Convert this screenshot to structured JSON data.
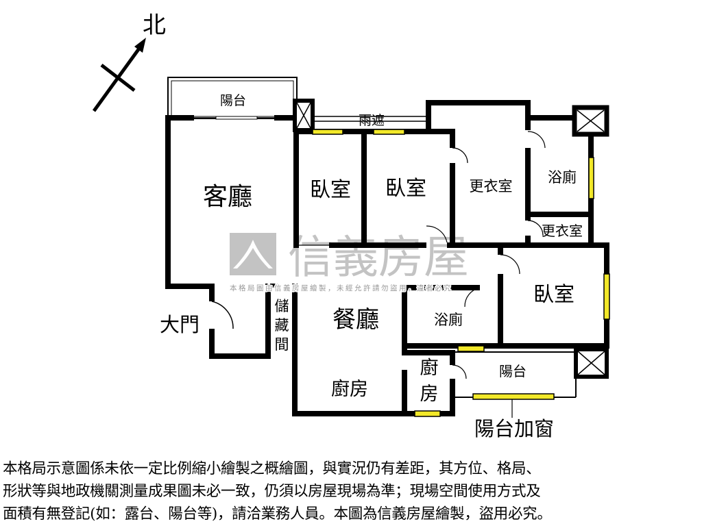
{
  "compass": {
    "label": "北"
  },
  "rooms": {
    "balcony_top": "陽台",
    "rain_shelter": "雨遮",
    "living_room": "客廳",
    "bedroom_1": "臥室",
    "bedroom_2": "臥室",
    "walk_in_closet_1": "更衣室",
    "bathroom_1": "浴廁",
    "walk_in_closet_2": "更衣室",
    "bedroom_3": "臥室",
    "dining_room": "餐廳",
    "bathroom_2": "浴廁",
    "storage": [
      "儲",
      "藏",
      "間"
    ],
    "main_door": "大門",
    "kitchen": "廚房",
    "kitchen_small": [
      "廚",
      "房"
    ],
    "balcony_bottom": "陽台",
    "balcony_window": "陽台加窗"
  },
  "watermark": {
    "brand": "信義房屋",
    "notice": "本格局圖由信義房屋繪製，未經允許請勿盜用，違者必究"
  },
  "disclaimer": [
    "本格局示意圖係未依一定比例縮小繪製之概繪圖，與實況仍有差距，其方位、格局、",
    "形狀等與地政機關測量成果圖未必一致，仍須以房屋現場為準；現場空間使用方式及",
    "面積有無登記(如：露台、陽台等)，請洽業務人員。本圖為信義房屋繪製，盜用必究。"
  ],
  "colors": {
    "wall": "#000000",
    "window": "#f2e829",
    "watermark": "#b0b0b0"
  }
}
